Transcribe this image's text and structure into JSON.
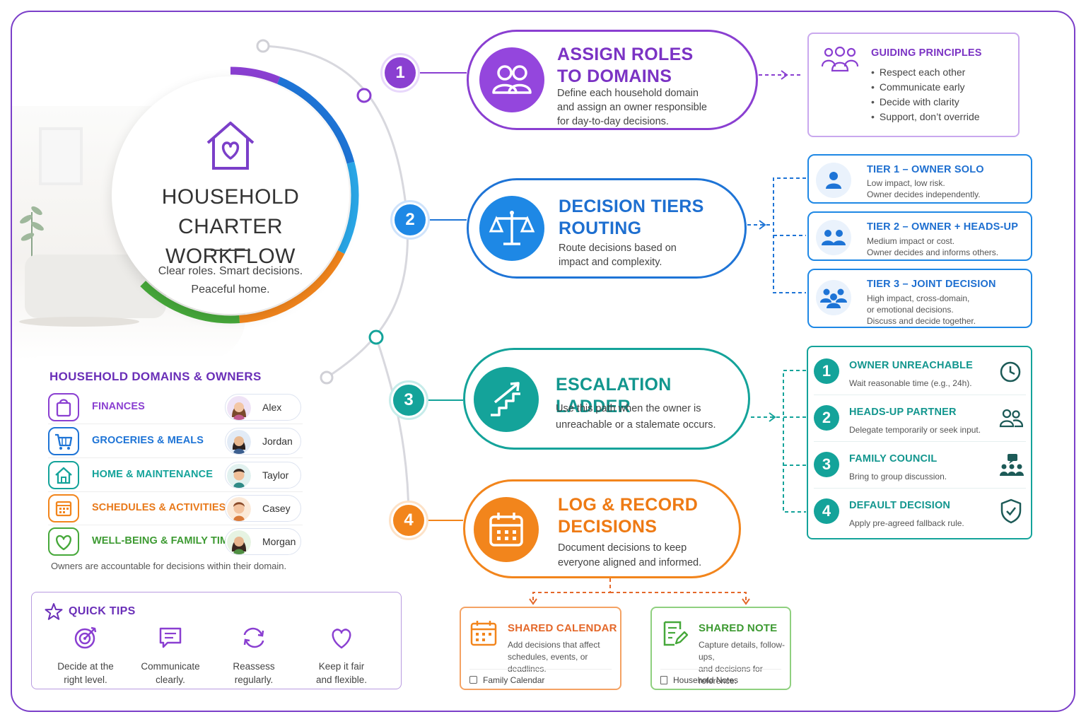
{
  "hub": {
    "title_line1": "HOUSEHOLD",
    "title_line2": "CHARTER WORKFLOW",
    "subtitle_line1": "Clear roles. Smart decisions.",
    "subtitle_line2": "Peaceful home."
  },
  "colors": {
    "purple": "#8a3fd1",
    "blue": "#1e74d6",
    "teal": "#14a39a",
    "orange": "#f2851c",
    "green": "#46a83a",
    "frame": "#7b3fc9"
  },
  "steps": [
    {
      "number": "1",
      "title_line1": "ASSIGN ROLES",
      "title_line2": "TO DOMAINS",
      "desc_line1": "Define each household domain",
      "desc_line2": "and assign an owner responsible",
      "desc_line3": "for day-to-day decisions.",
      "icon": "people-icon"
    },
    {
      "number": "2",
      "title_line1": "DECISION TIERS",
      "title_line2": "ROUTING",
      "desc_line1": "Route decisions based on",
      "desc_line2": "impact and complexity.",
      "icon": "scales-icon"
    },
    {
      "number": "3",
      "title_line1": "ESCALATION LADDER",
      "desc_line1": "Use this path when the owner is",
      "desc_line2": "unreachable or a stalemate occurs.",
      "icon": "stairs-arrow-icon"
    },
    {
      "number": "4",
      "title_line1": "LOG & RECORD",
      "title_line2": "DECISIONS",
      "desc_line1": "Document decisions to keep",
      "desc_line2": "everyone aligned and informed.",
      "icon": "calendar-icon"
    }
  ],
  "principles": {
    "title": "GUIDING PRINCIPLES",
    "items": [
      "Respect each other",
      "Communicate early",
      "Decide with clarity",
      "Support, don’t override"
    ]
  },
  "tiers": [
    {
      "title": "TIER 1 – OWNER SOLO",
      "line1": "Low impact, low risk.",
      "line2": "Owner decides independently."
    },
    {
      "title": "TIER 2 – OWNER + HEADS-UP",
      "line1": "Medium impact or cost.",
      "line2": "Owner decides and informs others."
    },
    {
      "title": "TIER 3 – JOINT DECISION",
      "line1": "High impact, cross-domain,",
      "line2": "or emotional decisions.",
      "line3": "Discuss and decide together."
    }
  ],
  "escalation": [
    {
      "number": "1",
      "title": "OWNER UNREACHABLE",
      "desc": "Wait reasonable time (e.g., 24h).",
      "icon": "clock-icon"
    },
    {
      "number": "2",
      "title": "HEADS-UP PARTNER",
      "desc": "Delegate temporarily or seek input.",
      "icon": "partner-icon"
    },
    {
      "number": "3",
      "title": "FAMILY COUNCIL",
      "desc": "Bring to group discussion.",
      "icon": "council-icon"
    },
    {
      "number": "4",
      "title": "DEFAULT DECISION",
      "desc": "Apply pre-agreed fallback rule.",
      "icon": "shield-check-icon"
    }
  ],
  "domains": {
    "title": "HOUSEHOLD DOMAINS & OWNERS",
    "rows": [
      {
        "label": "FINANCES",
        "owner": "Alex",
        "color": "#8a3fd1",
        "icon": "bag-icon"
      },
      {
        "label": "GROCERIES & MEALS",
        "owner": "Jordan",
        "color": "#1e74d6",
        "icon": "cart-icon"
      },
      {
        "label": "HOME & MAINTENANCE",
        "owner": "Taylor",
        "color": "#14a39a",
        "icon": "house-icon"
      },
      {
        "label": "SCHEDULES & ACTIVITIES",
        "owner": "Casey",
        "color": "#f2851c",
        "icon": "calendar-icon"
      },
      {
        "label": "WELL-BEING & FAMILY TIME",
        "owner": "Morgan",
        "color": "#46a83a",
        "icon": "heart-icon"
      }
    ],
    "footer": "Owners are accountable for decisions within their domain."
  },
  "tips": {
    "title": "QUICK TIPS",
    "items": [
      {
        "line1": "Decide at the",
        "line2": "right level.",
        "icon": "target-icon"
      },
      {
        "line1": "Communicate",
        "line2": "clearly.",
        "icon": "chat-icon"
      },
      {
        "line1": "Reassess",
        "line2": "regularly.",
        "icon": "refresh-icon"
      },
      {
        "line1": "Keep it fair",
        "line2": "and flexible.",
        "icon": "heart-icon"
      }
    ]
  },
  "records": [
    {
      "title": "SHARED CALENDAR",
      "line1": "Add decisions that affect",
      "line2": "schedules, events, or deadlines.",
      "footer": "Family Calendar",
      "icon": "calendar-icon"
    },
    {
      "title": "SHARED NOTE",
      "line1": "Capture details, follow-ups,",
      "line2": "and decisions for reference.",
      "footer": "Household Notes",
      "icon": "note-icon"
    }
  ]
}
